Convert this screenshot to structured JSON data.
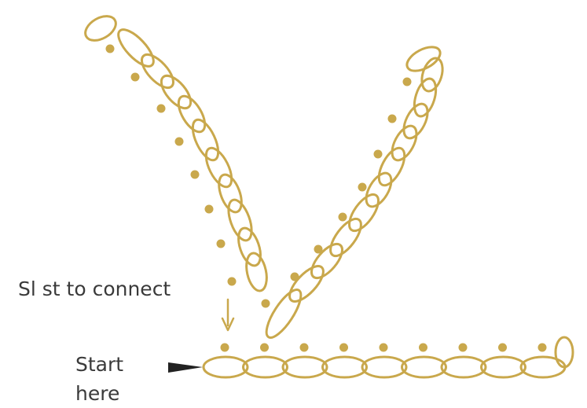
{
  "labels": {
    "connect": "Sl st to connect",
    "start_line1": "Start",
    "start_line2": "here"
  },
  "colors": {
    "stitch": "#c9a84c",
    "text": "#3a3a3a",
    "pointer": "#222222"
  },
  "icons": {
    "start_marker": "black-triangle-pointer-icon",
    "connect_arrow": "down-arrow-icon"
  }
}
